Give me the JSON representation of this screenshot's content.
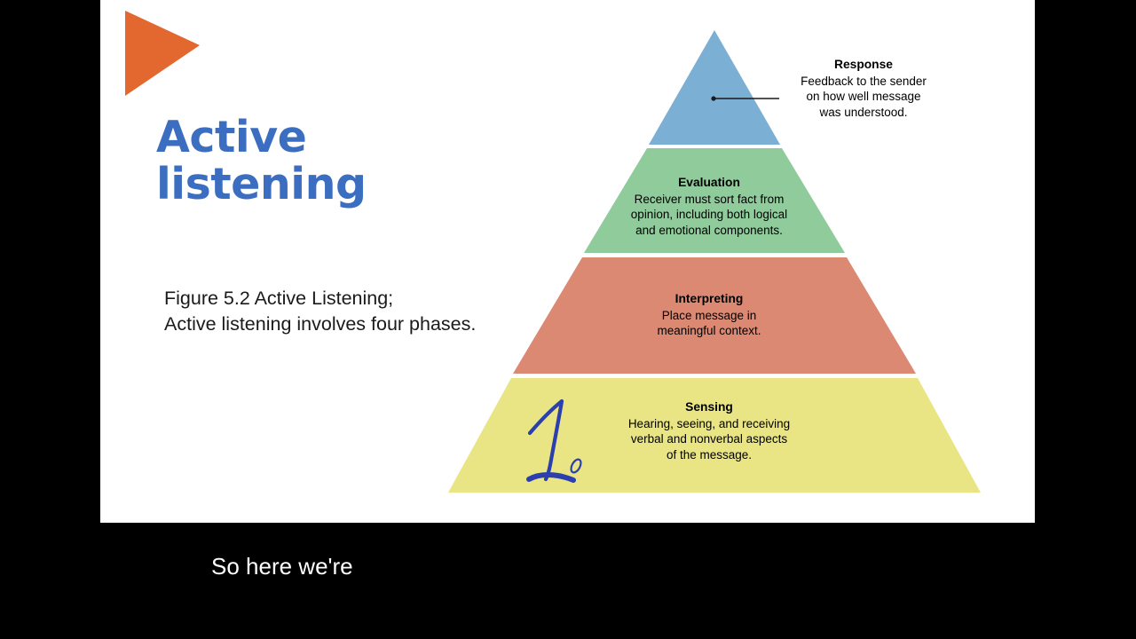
{
  "slide": {
    "background_color": "#FFFFFF",
    "title_color": "#3B6DC0",
    "title_line1": "Active",
    "title_line2": "listening",
    "caption_line1": "Figure 5.2 Active Listening;",
    "caption_line2": "Active listening involves four phases.",
    "decor": {
      "triangle_color": "#E2682F",
      "triangle_name": "play-triangle-icon"
    }
  },
  "diagram": {
    "type": "pyramid",
    "name": "active-listening-pyramid",
    "bands": [
      {
        "id": "response",
        "title": "Response",
        "color": "#7BAFD4",
        "lines": [
          "Feedback to the sender",
          "on how well message",
          "was understood."
        ],
        "label_placement": "external-right",
        "has_leader_line": true
      },
      {
        "id": "evaluation",
        "title": "Evaluation",
        "color": "#8FCB9B",
        "lines": [
          "Receiver must sort fact from",
          "opinion, including both logical",
          "and emotional components."
        ],
        "label_placement": "inside"
      },
      {
        "id": "interpreting",
        "title": "Interpreting",
        "color": "#DC8974",
        "lines": [
          "Place message in",
          "meaningful context."
        ],
        "label_placement": "inside"
      },
      {
        "id": "sensing",
        "title": "Sensing",
        "color": "#E9E585",
        "lines": [
          "Hearing, seeing, and receiving",
          "verbal and nonverbal aspects",
          "of the message."
        ],
        "label_placement": "inside"
      }
    ]
  },
  "annotation": {
    "name": "handwritten-digit-one",
    "value": "1",
    "ink_color": "#2B3FAE"
  },
  "caption": {
    "text": "So here we're",
    "color": "#FFFFFF",
    "background_color": "#000000"
  }
}
